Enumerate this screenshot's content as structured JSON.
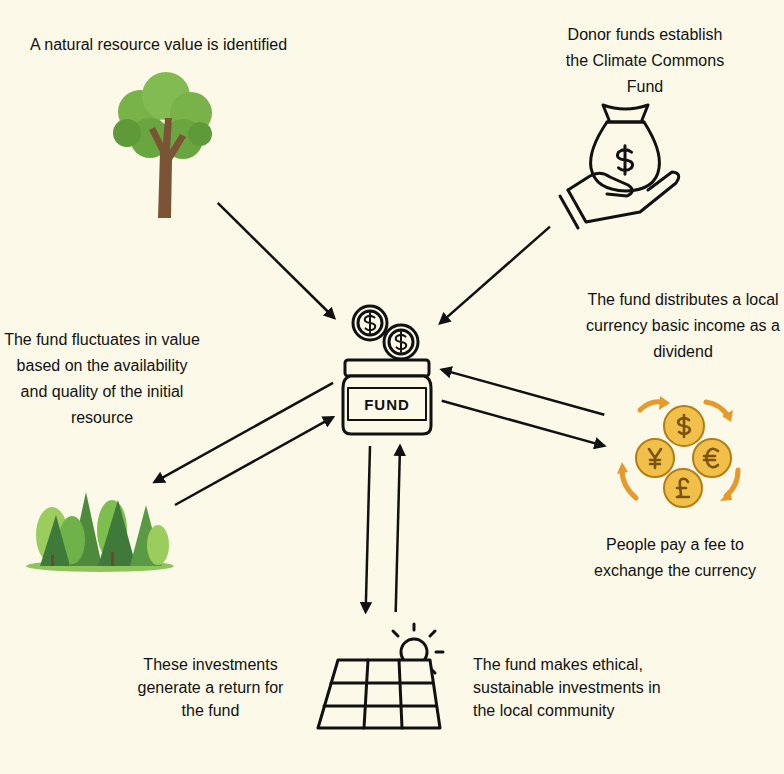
{
  "diagram": {
    "nodes": [
      {
        "text": [
          "A natural resource value is identified"
        ]
      },
      {
        "text": [
          "Donor funds establish the Climate Commons Fund"
        ]
      },
      {
        "text": [
          "FUND"
        ]
      },
      {
        "text": [
          "The fund fluctuates in value based on the availability and quality of the initial resource"
        ]
      },
      {
        "text": [
          "The fund distributes a local currency basic income as a dividend",
          "People pay a fee to exchange the currency"
        ]
      },
      {
        "text": [
          "These investments generate a return for the fund",
          "The fund makes ethical, sustainable investments in the local community"
        ]
      }
    ],
    "edges": [
      {
        "from": 0,
        "to": 2,
        "arrow": "to"
      },
      {
        "from": 1,
        "to": 2,
        "arrow": "to"
      },
      {
        "from": 2,
        "to": 3,
        "arrow": "to"
      },
      {
        "from": 3,
        "to": 2,
        "arrow": "to"
      },
      {
        "from": 2,
        "to": 4,
        "arrow": "to"
      },
      {
        "from": 4,
        "to": 2,
        "arrow": "to"
      },
      {
        "from": 2,
        "to": 5,
        "arrow": "to"
      },
      {
        "from": 5,
        "to": 2,
        "arrow": "to"
      }
    ]
  }
}
